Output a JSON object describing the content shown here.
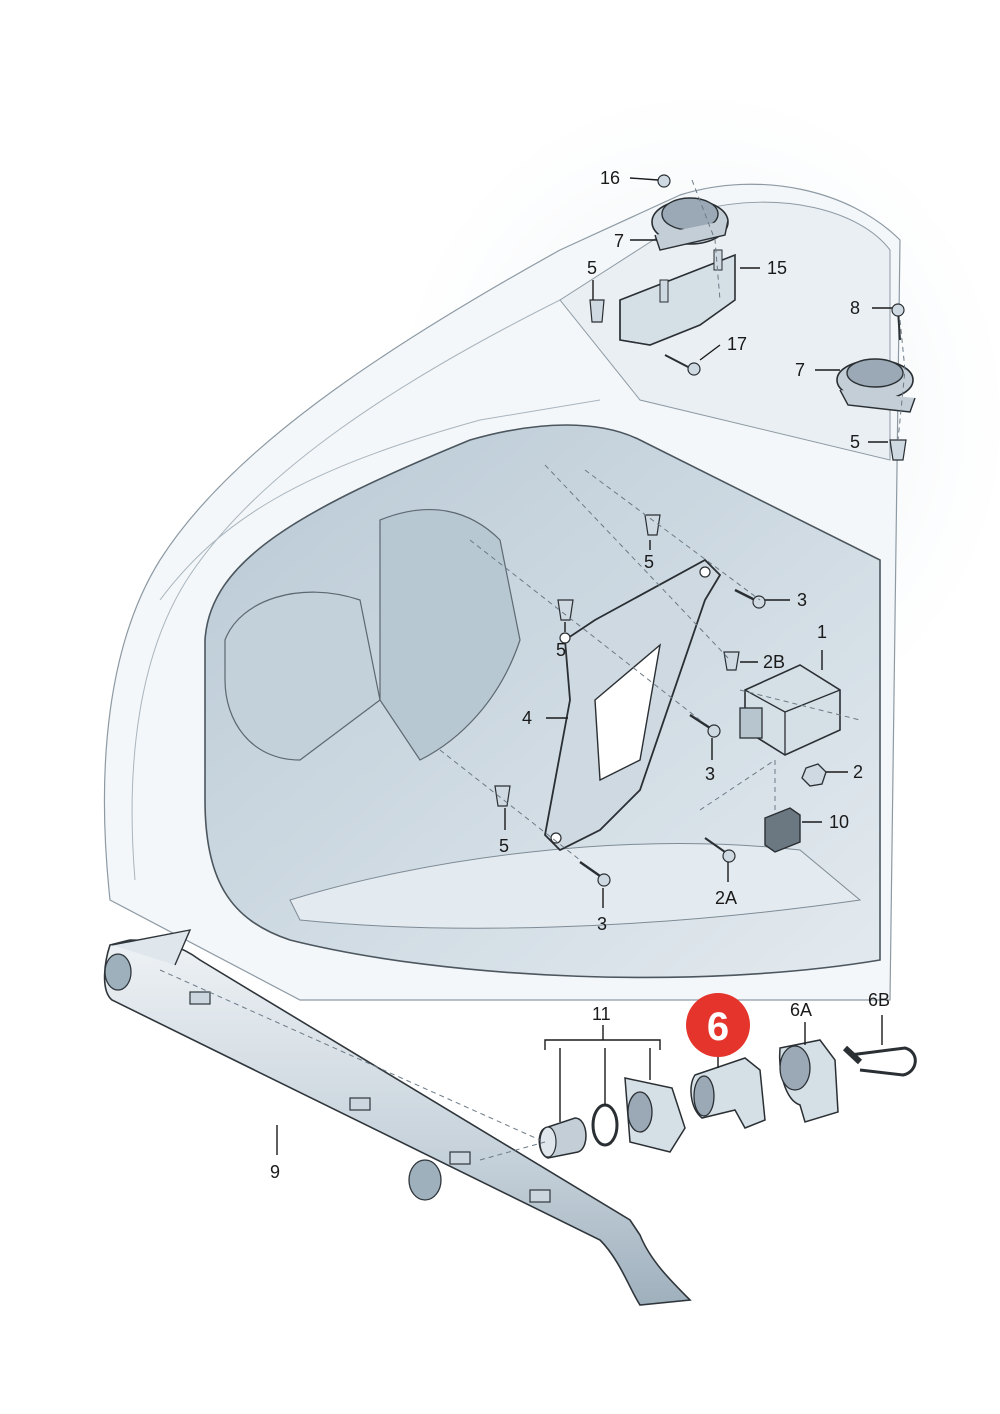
{
  "colors": {
    "body_fill": "#f3f6f8",
    "cavity_fill": "#cdd9e2",
    "part_fill": "#d9e2e9",
    "part_dark": "#9aa9b5",
    "highlight_badge": "#e5342c",
    "highlight_text": "#ffffff"
  },
  "highlight": {
    "label": "6"
  },
  "callouts": [
    {
      "id": "c16",
      "label": "16"
    },
    {
      "id": "c7a",
      "label": "7"
    },
    {
      "id": "c15",
      "label": "15"
    },
    {
      "id": "c5a",
      "label": "5"
    },
    {
      "id": "c17",
      "label": "17"
    },
    {
      "id": "c8",
      "label": "8"
    },
    {
      "id": "c7b",
      "label": "7"
    },
    {
      "id": "c5b",
      "label": "5"
    },
    {
      "id": "c5c",
      "label": "5"
    },
    {
      "id": "c3a",
      "label": "3"
    },
    {
      "id": "c1",
      "label": "1"
    },
    {
      "id": "c5d",
      "label": "5"
    },
    {
      "id": "c2b",
      "label": "2B"
    },
    {
      "id": "c4",
      "label": "4"
    },
    {
      "id": "c3b",
      "label": "3"
    },
    {
      "id": "c2",
      "label": "2"
    },
    {
      "id": "c10",
      "label": "10"
    },
    {
      "id": "c5e",
      "label": "5"
    },
    {
      "id": "c2a",
      "label": "2A"
    },
    {
      "id": "c3c",
      "label": "3"
    },
    {
      "id": "c11",
      "label": "11"
    },
    {
      "id": "c6a",
      "label": "6A"
    },
    {
      "id": "c6b",
      "label": "6B"
    },
    {
      "id": "c9",
      "label": "9"
    }
  ]
}
